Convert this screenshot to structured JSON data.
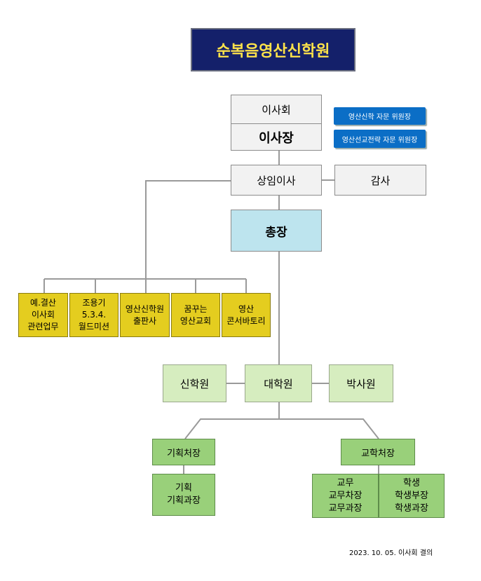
{
  "title": "순복음영산신학원",
  "board": {
    "name": "이사회",
    "chair": "이사장"
  },
  "advisors": [
    "영산신학 자문 위원장",
    "영산선교전략 자문 위원장"
  ],
  "standing_director": "상임이사",
  "auditor": "감사",
  "president": "총장",
  "affiliates": [
    [
      "예.결산",
      "이사회",
      "관련업무"
    ],
    [
      "조용기",
      "5.3.4.",
      "월드미션"
    ],
    [
      "영산신학원",
      "출판사"
    ],
    [
      "꿈꾸는",
      "영산교회"
    ],
    [
      "영산",
      "콘서바토리"
    ]
  ],
  "schools": {
    "left": "신학원",
    "center": "대학원",
    "right": "박사원"
  },
  "planning": {
    "head": "기획처장",
    "sub": [
      "기획",
      "기획과장"
    ]
  },
  "academic": {
    "head": "교학처장",
    "left": [
      "교무",
      "교무차장",
      "교무과장"
    ],
    "right": [
      "학생",
      "학생부장",
      "학생과장"
    ]
  },
  "footer": "2023. 10. 05. 이사회 결의"
}
